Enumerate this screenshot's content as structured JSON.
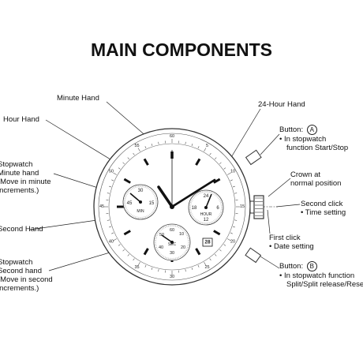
{
  "title": "MAIN COMPONENTS",
  "labels": {
    "minute_hand": "Minute Hand",
    "hour_hand": "Hour Hand",
    "hour24_hand": "24-Hour Hand",
    "stopwatch_minute_hand": [
      "Stopwatch",
      "Minute hand",
      "(Move in minute",
      "increments.)"
    ],
    "second_hand": "Second Hand",
    "stopwatch_second_hand": [
      "Stopwatch",
      "Second hand",
      "(Move in second",
      "increments.)"
    ],
    "button_a": {
      "prefix": "Button:",
      "letter": "A",
      "lines": [
        "•  In stopwatch",
        "function Start/Stop"
      ]
    },
    "crown": [
      "Crown at",
      "normal position"
    ],
    "second_click": [
      "Second click",
      "•  Time setting"
    ],
    "first_click": [
      "First click",
      "•  Date setting"
    ],
    "button_b": {
      "prefix": "Button:",
      "letter": "B",
      "lines": [
        "•  In stopwatch function",
        "Split/Split release/Reset"
      ]
    }
  },
  "dial": {
    "bezel_numbers": [
      "60",
      "5",
      "10",
      "15",
      "20",
      "25",
      "30",
      "35",
      "40",
      "45",
      "50",
      "55"
    ],
    "min_subdial": {
      "numbers": [
        "30",
        "15",
        "45"
      ],
      "label": "MIN"
    },
    "hour24_subdial": {
      "numbers": [
        "24",
        "18",
        "6",
        "12"
      ],
      "label": "HOUR"
    },
    "sec_subdial": {
      "numbers": [
        "60",
        "10",
        "20",
        "30",
        "40",
        "50"
      ],
      "label": "SEC"
    },
    "date_window": "28"
  }
}
